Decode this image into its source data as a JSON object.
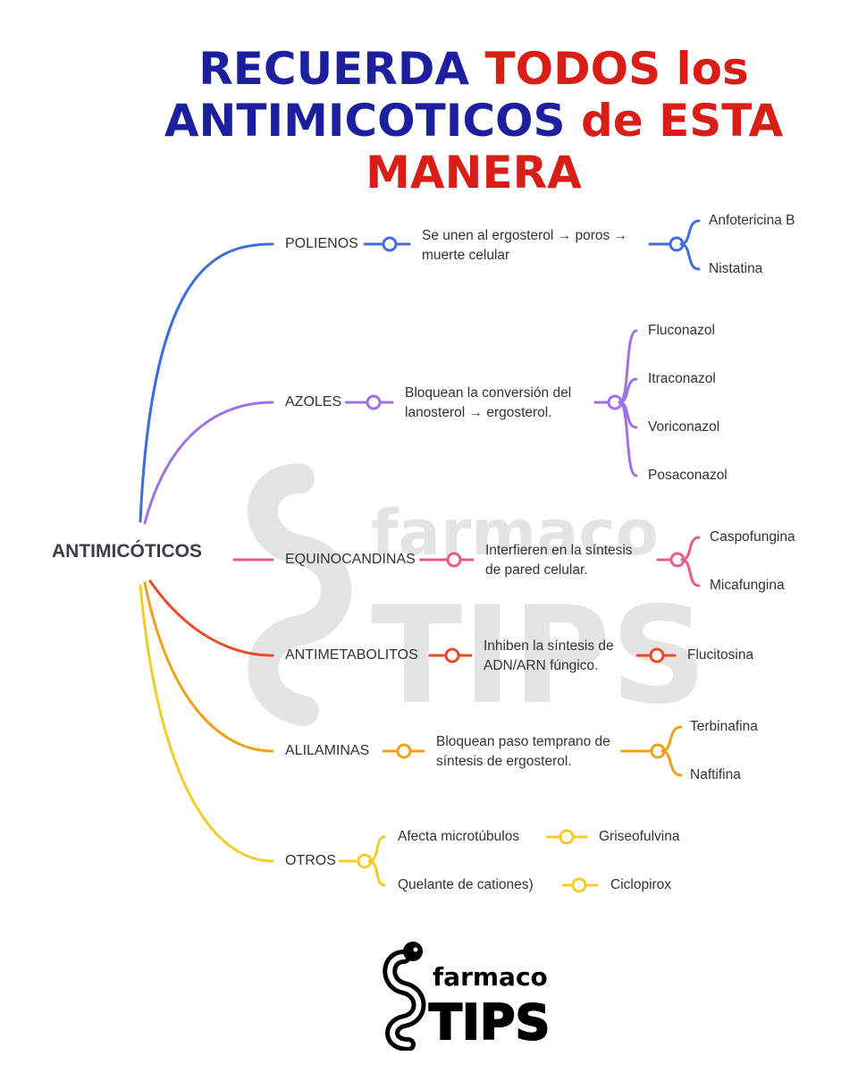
{
  "title": {
    "line1_a": "RECUERDA",
    "line1_b": "TODOS los",
    "line2_a": "ANTIMICOTICOS",
    "line2_b": "de ESTA",
    "line3": "MANERA"
  },
  "root": "ANTIMICÓTICOS",
  "colors": {
    "title_blue": "#1c1f9e",
    "title_red": "#d81e17",
    "polienos": "#3f6de0",
    "azoles": "#a070e6",
    "equinocandinas": "#e85a8c",
    "antimetabolitos": "#eb4a28",
    "alilaminas": "#f0a015",
    "otros": "#f2cc2a"
  },
  "branches": [
    {
      "id": "polienos",
      "label": "POLIENOS",
      "desc": [
        "Se unen al ergosterol → poros →",
        "muerte celular"
      ],
      "leaves": [
        "Anfotericina B",
        "Nistatina"
      ]
    },
    {
      "id": "azoles",
      "label": "AZOLES",
      "desc": [
        "Bloquean la conversión del",
        "lanosterol → ergosterol."
      ],
      "leaves": [
        "Fluconazol",
        "Itraconazol",
        "Voriconazol",
        "Posaconazol"
      ]
    },
    {
      "id": "equinocandinas",
      "label": "EQUINOCANDINAS",
      "desc": [
        "Interfieren en la síntesis",
        "de pared celular."
      ],
      "leaves": [
        "Caspofungina",
        "Micafungina"
      ]
    },
    {
      "id": "antimetabolitos",
      "label": "ANTIMETABOLITOS",
      "desc": [
        "Inhiben la síntesis de",
        "ADN/ARN fúngico."
      ],
      "leaves": [
        "Flucitosina"
      ]
    },
    {
      "id": "alilaminas",
      "label": "ALILAMINAS",
      "desc": [
        "Bloquean paso temprano de",
        "síntesis de ergosterol."
      ],
      "leaves": [
        "Terbinafina",
        "Naftifina"
      ]
    },
    {
      "id": "otros",
      "label": "OTROS",
      "subs": [
        {
          "desc": "Afecta microtúbulos",
          "leaf": "Griseofulvina"
        },
        {
          "desc": "Quelante de cationes)",
          "leaf": "Ciclopirox"
        }
      ]
    }
  ],
  "logo": {
    "line1": "farmaco",
    "line2": "TIPS"
  }
}
